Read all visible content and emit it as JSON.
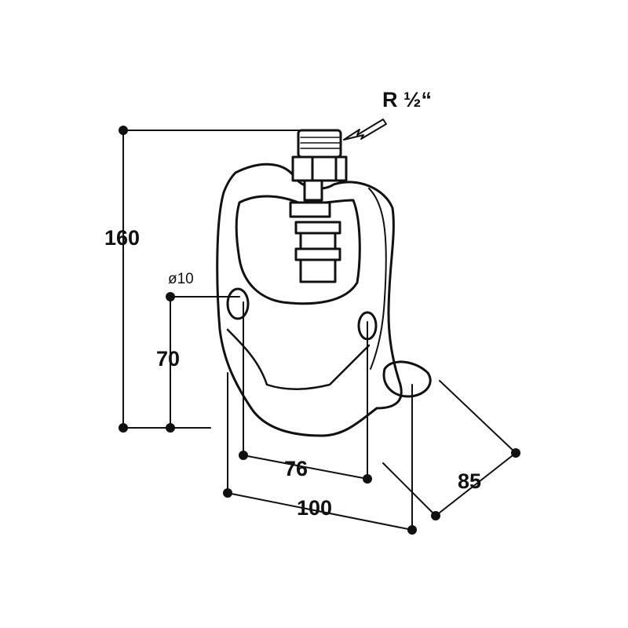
{
  "dimensions": {
    "thread": "R ½“",
    "height": "160",
    "hole_diameter": "ø10",
    "hole_height": "70",
    "hole_spacing": "76",
    "width": "100",
    "depth": "85"
  },
  "colors": {
    "line": "#111111",
    "background": "#ffffff"
  }
}
